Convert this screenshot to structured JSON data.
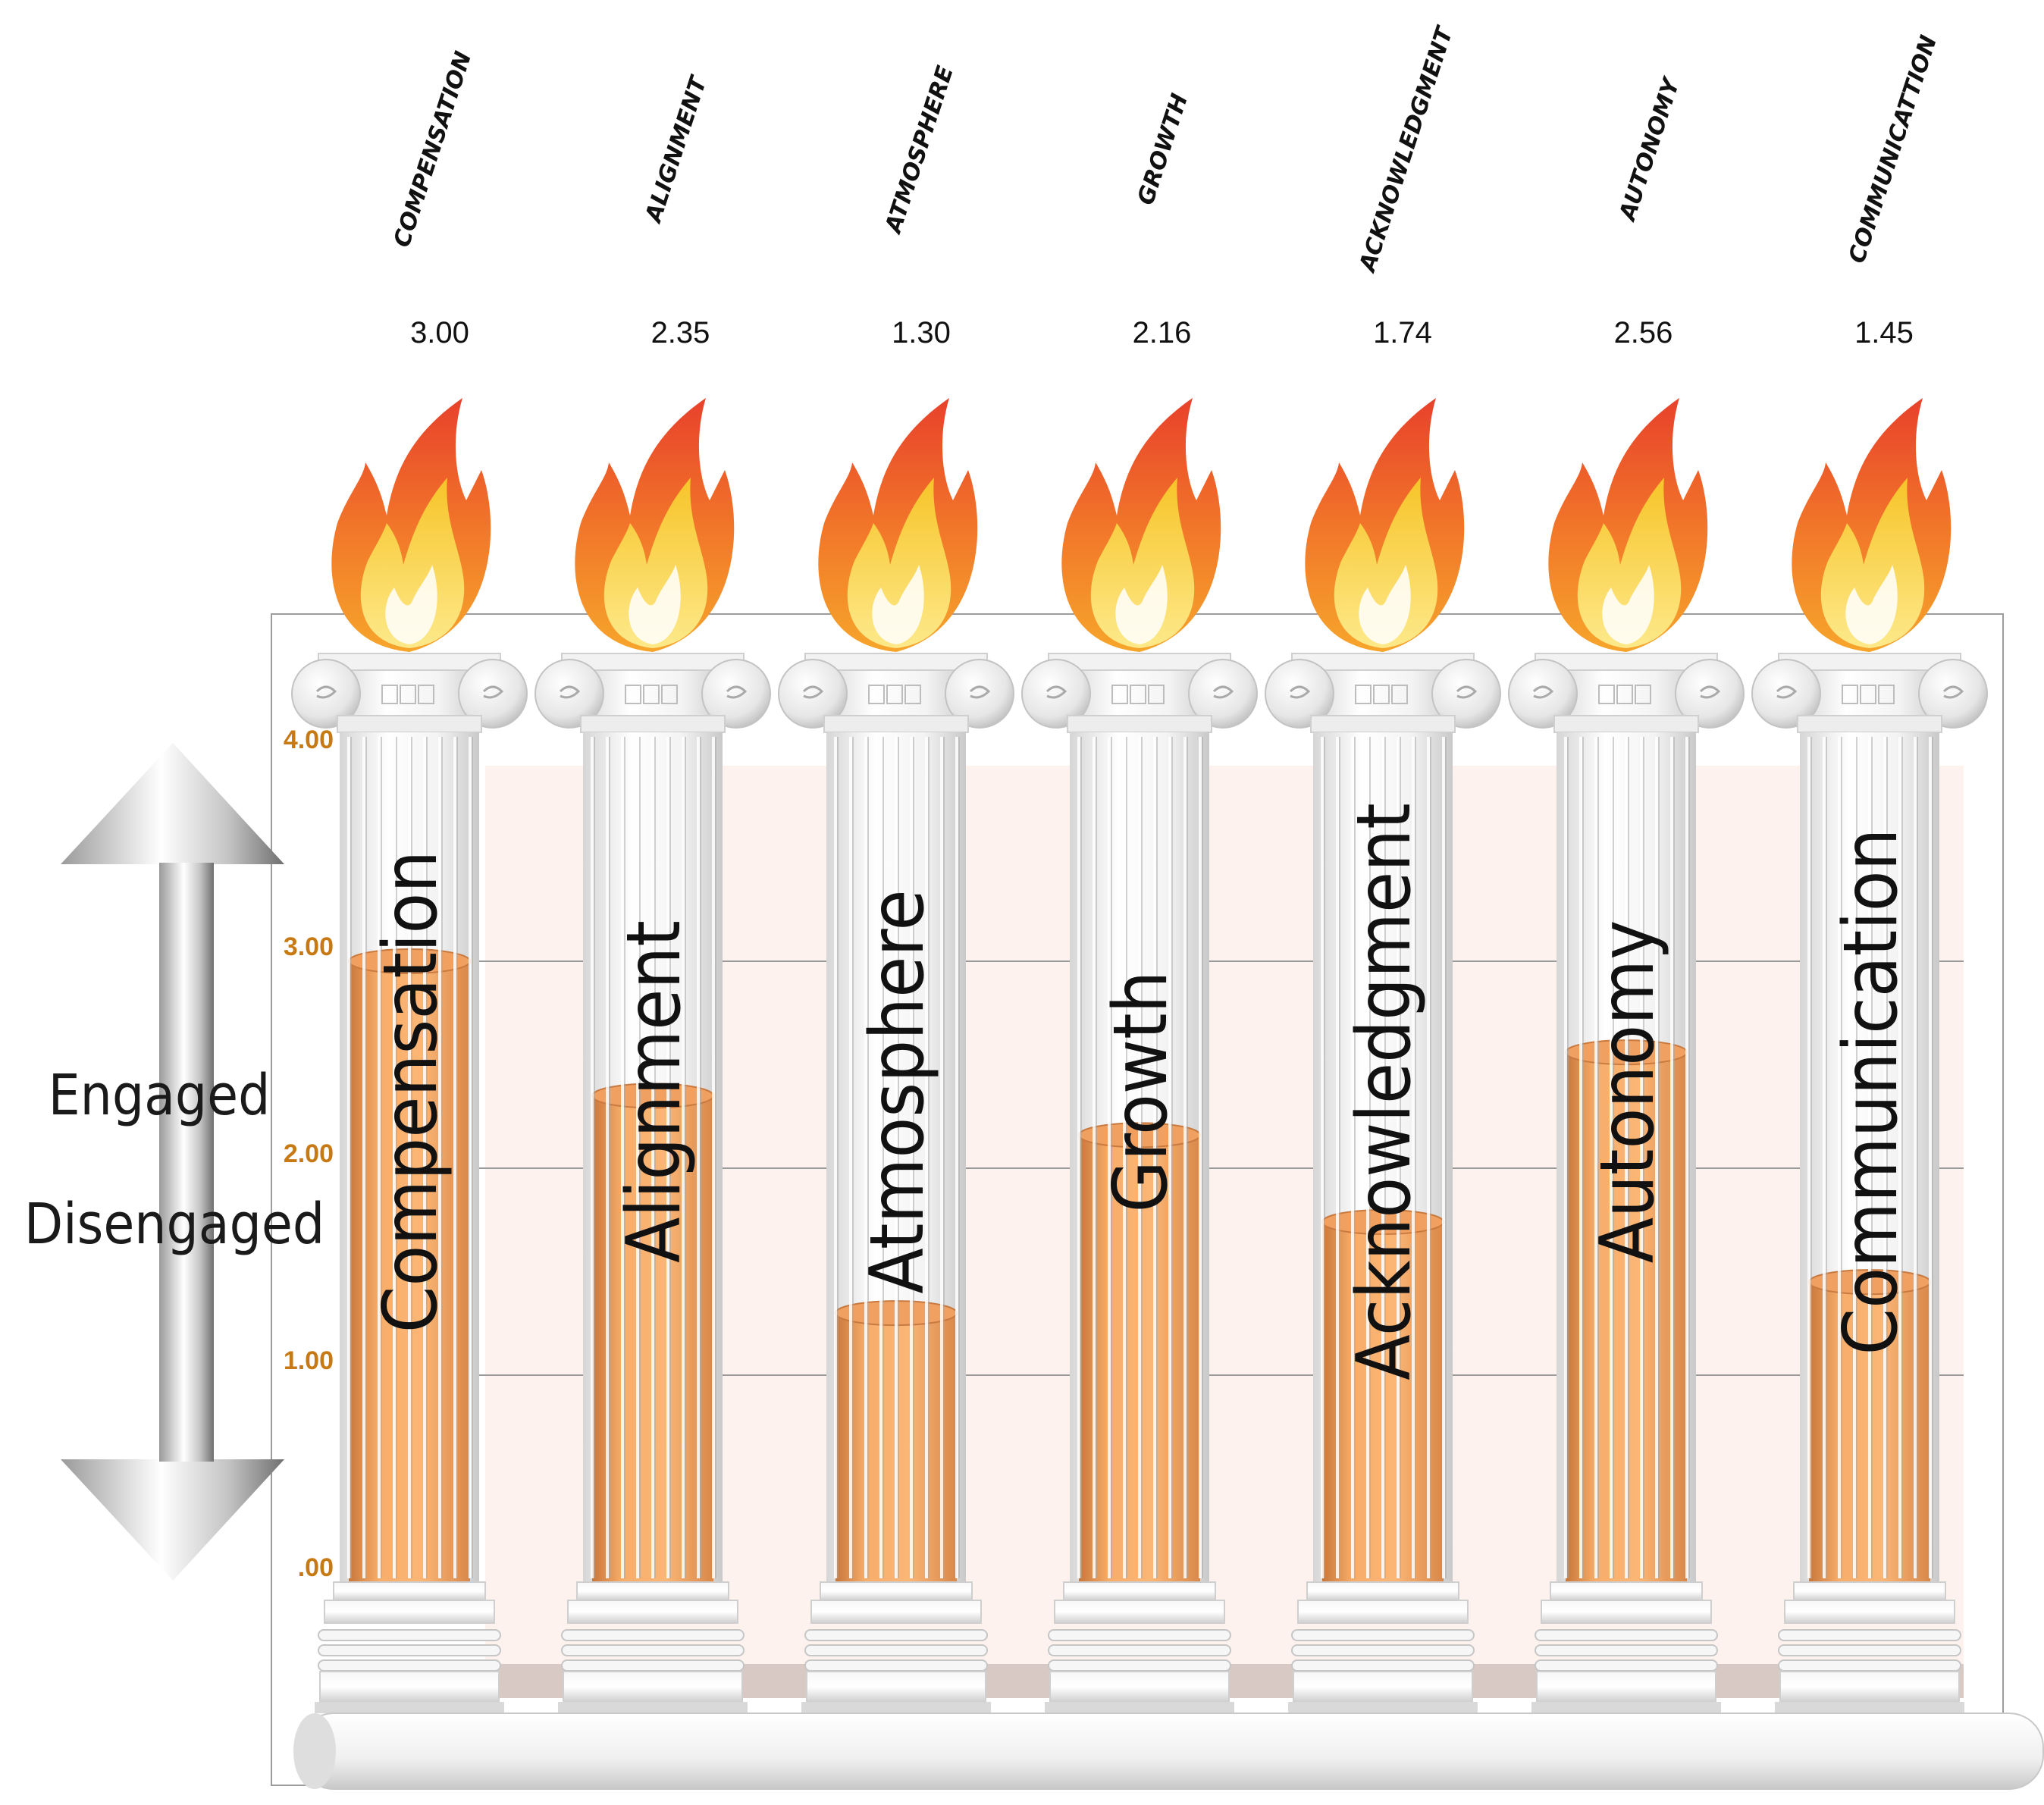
{
  "chart_data": {
    "type": "bar",
    "categories": [
      "Compensation",
      "Alignment",
      "Atmosphere",
      "Growth",
      "Acknowledgment",
      "Autonomy",
      "Communication"
    ],
    "header_labels": [
      "COMPENSATION",
      "ALIGNMENT",
      "ATMOSPHERE",
      "GROWTH",
      "ACKNOWLEDGMENT",
      "AUTONOMY",
      "COMMUNICATTION"
    ],
    "value_labels": [
      "3.00",
      "2.35",
      "1.30",
      "2.16",
      "1.74",
      "2.56",
      "1.45"
    ],
    "values": [
      3.0,
      2.35,
      1.3,
      2.16,
      1.74,
      2.56,
      1.45
    ],
    "yticks": [
      ".00",
      "1.00",
      "2.00",
      "3.00",
      "4.00"
    ],
    "ylim": [
      0,
      4
    ],
    "grid": true,
    "side_labels": {
      "top": "Engaged",
      "bottom": "Disengaged"
    },
    "colors": {
      "bar": "#f5a35c",
      "bar_dark": "#a85a1e",
      "plot_bg": "#fdf2ee",
      "gridline": "#9a9a9a",
      "ytick": "#c77a14",
      "flame_outer": "#e9442a",
      "flame_inner": "#fbd21c"
    }
  }
}
